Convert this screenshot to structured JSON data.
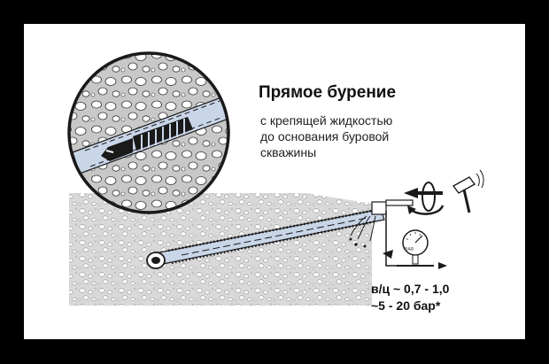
{
  "header": {
    "title": "Прямое бурение",
    "subtitle_lines": [
      "с крепящей жидкостью",
      "до основания буровой",
      "скважины"
    ]
  },
  "parameters": {
    "ratio": "в/ц ~ 0,7 - 1,0",
    "pressure": "~5 - 20 бар*"
  },
  "gauge": {
    "unit": "BAR"
  },
  "colors": {
    "frame": "#000000",
    "background": "#ffffff",
    "pipe": "#c9d6e8",
    "drawing": "#1a1a1a",
    "soil": "#9a9a9a"
  },
  "icons": [
    "magnifier-circle",
    "drill-head",
    "hammer-icon",
    "rotation-arrow-icon",
    "pressure-gauge-icon",
    "fluid-outflow-icon"
  ]
}
